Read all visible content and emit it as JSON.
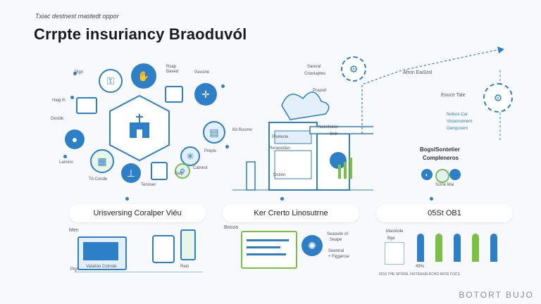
{
  "header": {
    "subtitle": "Tхiac destnest rnastedt oppor",
    "title": "Crrpte insuriancy Braoduvól"
  },
  "left_panel": {
    "labels": {
      "pign": "Pign",
      "hag": "Haig lh",
      "destiik": "Destiik",
      "lamino": "Lamino",
      "ta_conde": "TA Conde",
      "tennser": "Tennser",
      "rsap_baved": "Rsap Baved",
      "geoshe": "Geoshe",
      "prepis": "Prepis",
      "dalp": "Dalp",
      "catnest": "Catnest"
    },
    "pill_label": "Urisversing Coralper Viéu",
    "bottom": {
      "men": "Men",
      "pign": "Pign",
      "valation": "Valation Cotnste",
      "rein": "Rein"
    }
  },
  "middle_panel": {
    "labels": {
      "sareral": "Sareral",
      "coaslaptes": "Coaslaptes",
      "praport": "Praport",
      "kit_rosme": "Kit Rosme",
      "pnetecle": "Pnetecle",
      "reraoedan": "Reraoedan",
      "natcltiatior": "Natcltiatior",
      "onh": "Onh",
      "ostien": "Ostien"
    },
    "pill_label": "Ker Crerto Linosutrne",
    "bottom": {
      "booza": "Booza",
      "seaosite": "Seaosite of",
      "seape": "Seape",
      "seentral": "Seentral",
      "figgense": "+ Figgense"
    }
  },
  "right_panel": {
    "labels": {
      "afron_eaisrol": "Afron EaiSrol",
      "eouce_tale": "Eouce Tale",
      "nolisre_car": "Nolisre Car",
      "visionation": "Visionnoment",
      "oemperent": "Oemporent",
      "bogsl": "BogslSontetier",
      "compleneros": "Compleneros",
      "scine_mai": "Scine Mai"
    },
    "pill_label": "05St OB1",
    "bottom": {
      "mastoole": "Mastoole",
      "bge": "Bge",
      "tick": "49%",
      "fineprint": "0015 THE SPORA, NOTEAXAI ECHO AFFR FOCS"
    }
  },
  "footer": {
    "logo": "BOTORT BUJO"
  },
  "icons": {
    "accent": "#2d7fc7",
    "light": "#e3f0fb",
    "green": "#7ac043"
  }
}
